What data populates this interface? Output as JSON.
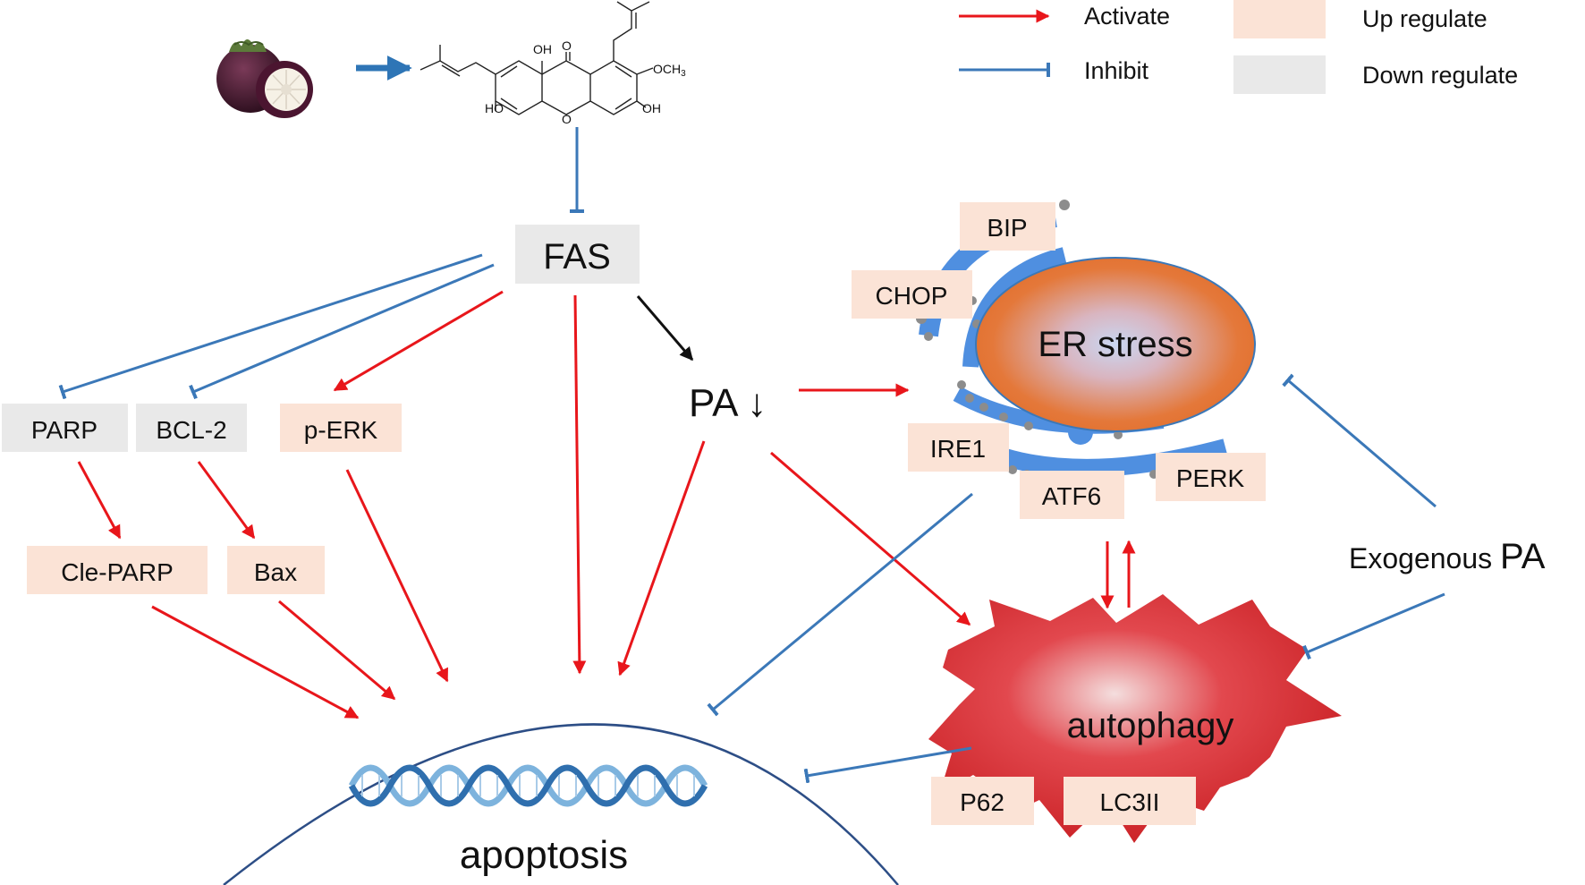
{
  "legend": {
    "activate": "Activate",
    "inhibit": "Inhibit",
    "up_regulate": "Up regulate",
    "down_regulate": "Down regulate"
  },
  "compound": {
    "oh_top_left": "OH",
    "oxo": "O",
    "och3": "OCH",
    "och3_sub": "3",
    "ho_left": "HO",
    "ring_o": "O",
    "oh_right": "OH"
  },
  "nodes": {
    "fas": "FAS",
    "parp": "PARP",
    "bcl2": "BCL-2",
    "perk_p": "p-ERK",
    "cle_parp": "Cle-PARP",
    "bax": "Bax",
    "pa": "PA ↓",
    "er_stress": "ER stress",
    "bip": "BIP",
    "chop": "CHOP",
    "ire1": "IRE1",
    "atf6": "ATF6",
    "perk": "PERK",
    "exogenous": "Exogenous ",
    "exogenous_pa": "PA",
    "autophagy": "autophagy",
    "p62": "P62",
    "lc3ii": "LC3II",
    "apoptosis": "apoptosis"
  },
  "colors": {
    "activate": "#e8161b",
    "inhibit": "#3b78b8",
    "up_regulate": "#fbe3d6",
    "down_regulate": "#e9e9e9"
  }
}
